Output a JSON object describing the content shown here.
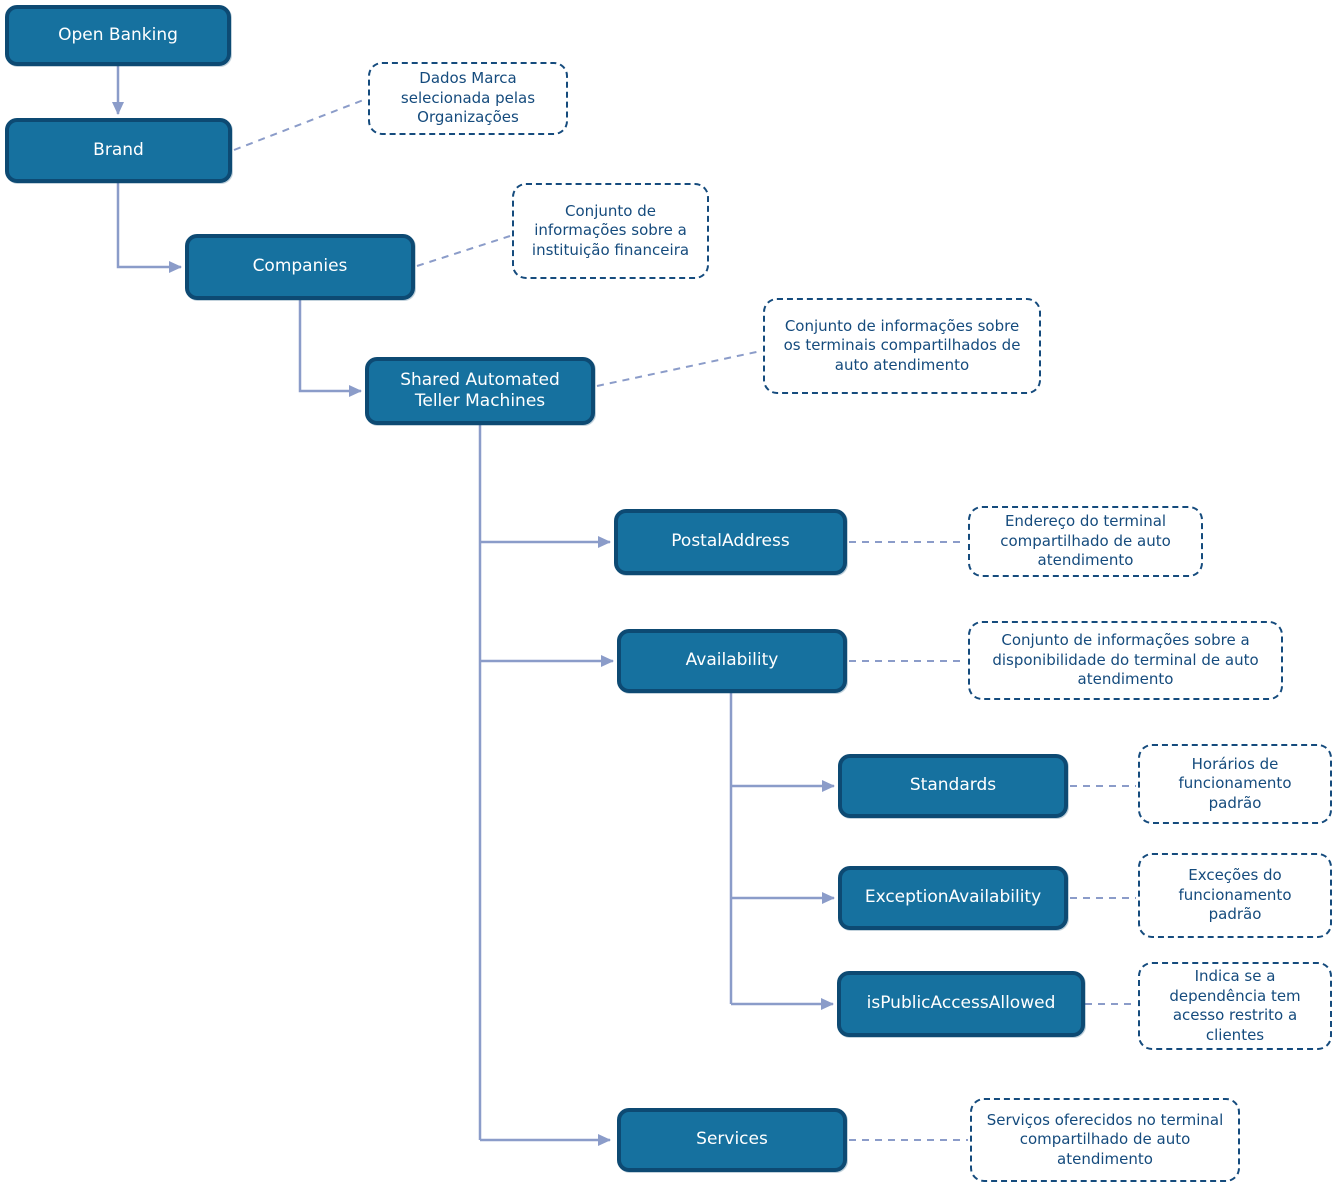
{
  "colors": {
    "node_fill": "#16719f",
    "node_border": "#0d4a73",
    "node_text": "#ffffff",
    "connector": "#8b9cc9",
    "callout_border": "#154b7d",
    "callout_text": "#154b7d",
    "background": "#ffffff"
  },
  "nodes": [
    {
      "id": "open-banking",
      "label": "Open Banking"
    },
    {
      "id": "brand",
      "label": "Brand"
    },
    {
      "id": "companies",
      "label": "Companies"
    },
    {
      "id": "shared-atm",
      "label": "Shared Automated Teller Machines"
    },
    {
      "id": "postal-address",
      "label": "PostalAddress"
    },
    {
      "id": "availability",
      "label": "Availability"
    },
    {
      "id": "standards",
      "label": "Standards"
    },
    {
      "id": "exception-availability",
      "label": "ExceptionAvailability"
    },
    {
      "id": "is-public-access-allowed",
      "label": "isPublicAccessAllowed"
    },
    {
      "id": "services",
      "label": "Services"
    }
  ],
  "annotations": [
    {
      "for": "brand",
      "text": "Dados Marca selecionada pelas Organizações"
    },
    {
      "for": "companies",
      "text": "Conjunto de informações sobre a instituição financeira"
    },
    {
      "for": "shared-atm",
      "text": "Conjunto de informações sobre os terminais compartilhados de auto atendimento"
    },
    {
      "for": "postal-address",
      "text": "Endereço do terminal compartilhado de auto atendimento"
    },
    {
      "for": "availability",
      "text": "Conjunto de informações sobre a disponibilidade do terminal de auto atendimento"
    },
    {
      "for": "standards",
      "text": "Horários de funcionamento padrão"
    },
    {
      "for": "exception-availability",
      "text": "Exceções do funcionamento padrão"
    },
    {
      "for": "is-public-access-allowed",
      "text": "Indica se a dependência tem acesso restrito a clientes"
    },
    {
      "for": "services",
      "text": "Serviços oferecidos no terminal compartilhado de auto atendimento"
    }
  ]
}
